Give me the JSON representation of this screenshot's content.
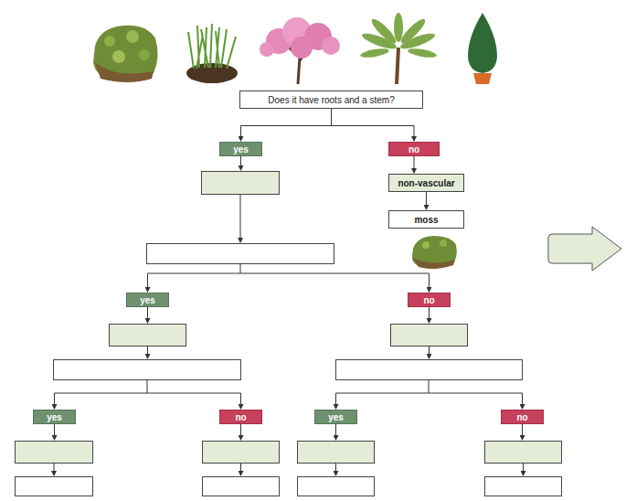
{
  "diagram": {
    "nodes": [
      {
        "text": [
          "Does it have roots and a stem?"
        ]
      },
      {
        "text": [
          "yes"
        ]
      },
      {
        "text": [
          "no"
        ]
      },
      {
        "text": [
          "non-vascular"
        ]
      },
      {
        "text": [
          "moss"
        ]
      },
      {
        "text": [
          "yes"
        ]
      },
      {
        "text": [
          "no"
        ]
      },
      {
        "text": [
          "yes"
        ]
      },
      {
        "text": [
          "no"
        ]
      },
      {
        "text": [
          "yes"
        ]
      },
      {
        "text": [
          "no"
        ]
      }
    ],
    "edges": [
      {
        "from": 0,
        "to": 1,
        "arrow": "to"
      },
      {
        "from": 0,
        "to": 2,
        "arrow": "to"
      },
      {
        "from": 2,
        "to": 3,
        "arrow": "to"
      },
      {
        "from": 3,
        "to": 4,
        "arrow": "to"
      }
    ]
  }
}
